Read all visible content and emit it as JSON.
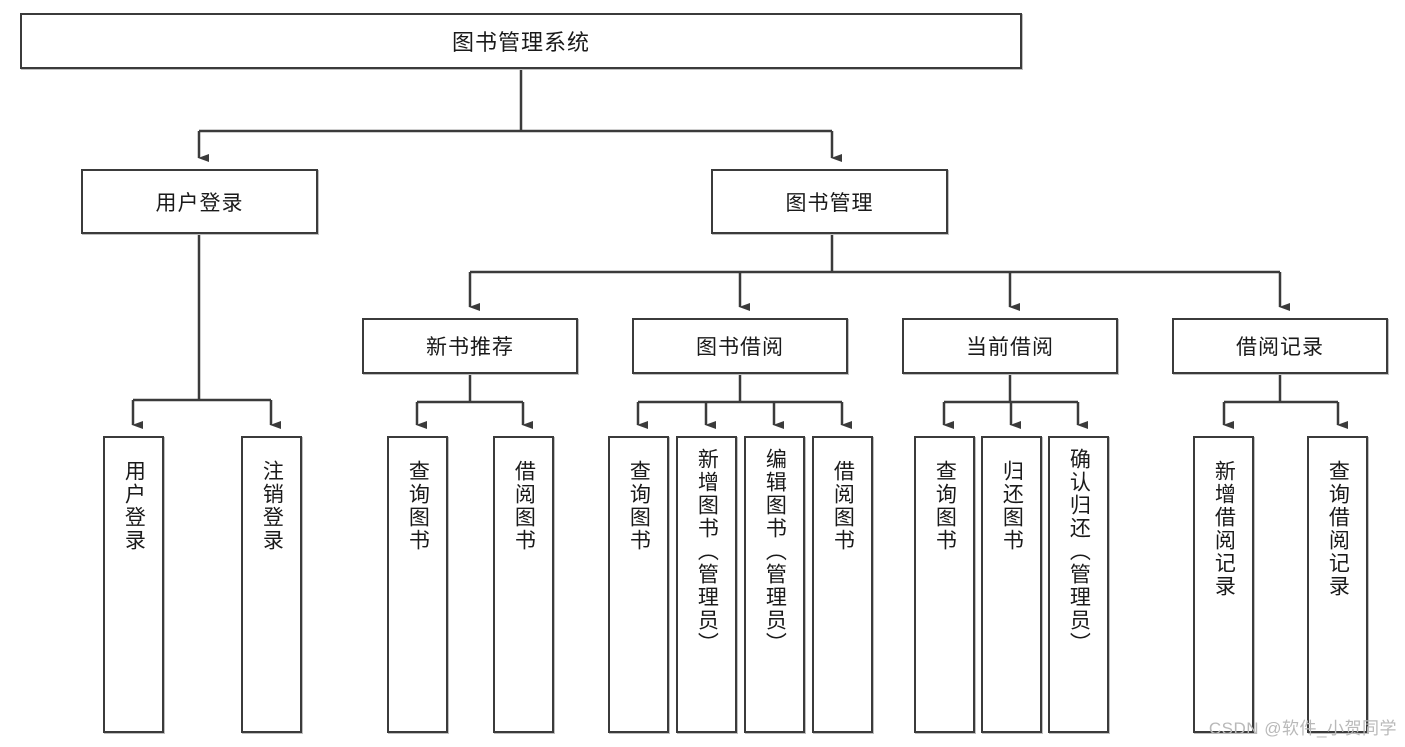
{
  "diagram": {
    "title": "图书管理系统",
    "watermark": "CSDN @软件_小贺同学",
    "style": {
      "box_border": "#3b3b3b",
      "line": "#3b3b3b",
      "background": "#ffffff",
      "text": "#1a1a1a"
    },
    "root": {
      "label": "图书管理系统"
    },
    "level2": [
      {
        "label": "用户登录"
      },
      {
        "label": "图书管理"
      }
    ],
    "level3": [
      {
        "label": "新书推荐"
      },
      {
        "label": "图书借阅"
      },
      {
        "label": "当前借阅"
      },
      {
        "label": "借阅记录"
      }
    ],
    "leaves_user_login": [
      {
        "label": "用户登录"
      },
      {
        "label": "注销登录"
      }
    ],
    "leaves_new_book": [
      {
        "label": "查询图书"
      },
      {
        "label": "借阅图书"
      }
    ],
    "leaves_borrow": [
      {
        "label": "查询图书"
      },
      {
        "label": "新增图书（管理员）"
      },
      {
        "label": "编辑图书（管理员）"
      },
      {
        "label": "借阅图书"
      }
    ],
    "leaves_current": [
      {
        "label": "查询图书"
      },
      {
        "label": "归还图书"
      },
      {
        "label": "确认归还（管理员）"
      }
    ],
    "leaves_records": [
      {
        "label": "新增借阅记录"
      },
      {
        "label": "查询借阅记录"
      }
    ]
  }
}
